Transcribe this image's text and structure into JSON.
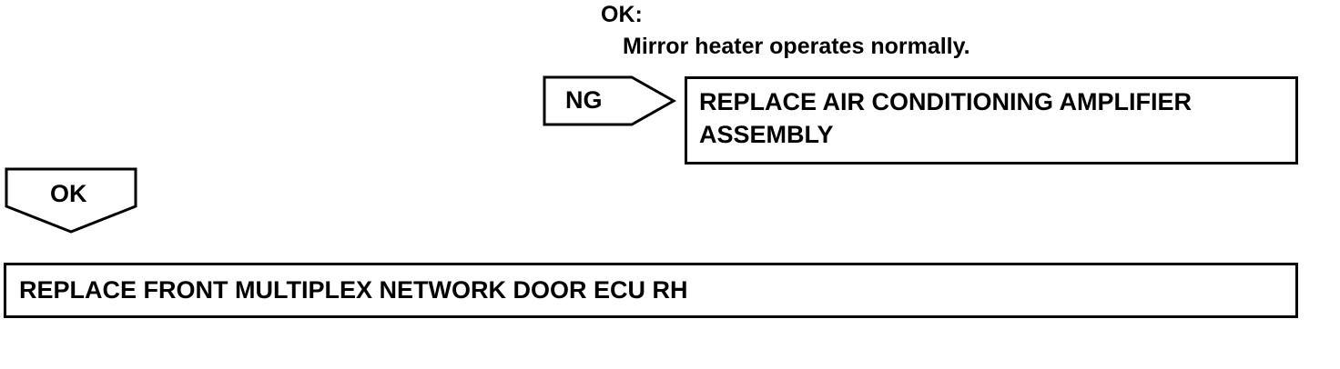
{
  "criteria": {
    "title": "OK:",
    "description": "Mirror heater operates normally."
  },
  "ng_branch": {
    "label": "NG",
    "result_line1": "REPLACE AIR CONDITIONING AMPLIFIER",
    "result_line2": "ASSEMBLY"
  },
  "ok_branch": {
    "label": "OK",
    "result": "REPLACE FRONT MULTIPLEX NETWORK DOOR ECU RH"
  }
}
